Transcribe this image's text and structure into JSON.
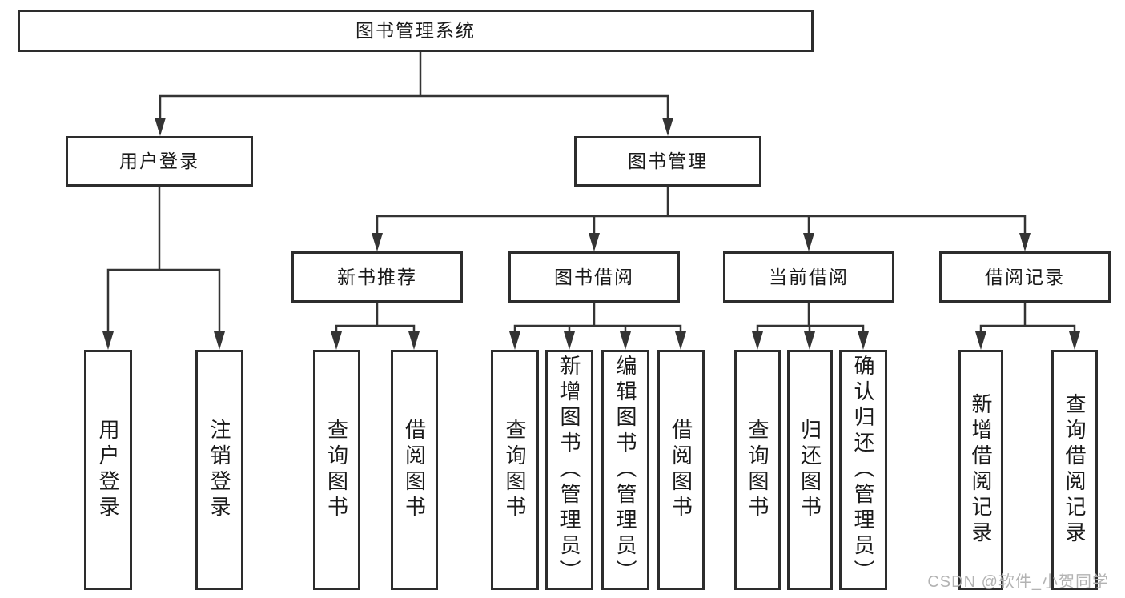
{
  "tree": {
    "root": {
      "label": "图书管理系统"
    },
    "children": [
      {
        "label": "用户登录",
        "children": [
          {
            "label": "用户登录"
          },
          {
            "label": "注销登录"
          }
        ]
      },
      {
        "label": "图书管理",
        "children": [
          {
            "label": "新书推荐",
            "children": [
              {
                "label": "查询图书"
              },
              {
                "label": "借阅图书"
              }
            ]
          },
          {
            "label": "图书借阅",
            "children": [
              {
                "label": "查询图书"
              },
              {
                "label": "新增图书（管理员）"
              },
              {
                "label": "编辑图书（管理员）"
              },
              {
                "label": "借阅图书"
              }
            ]
          },
          {
            "label": "当前借阅",
            "children": [
              {
                "label": "查询图书"
              },
              {
                "label": "归还图书"
              },
              {
                "label": "确认归还（管理员）"
              }
            ]
          },
          {
            "label": "借阅记录",
            "children": [
              {
                "label": "新增借阅记录"
              },
              {
                "label": "查询借阅记录"
              }
            ]
          }
        ]
      }
    ]
  },
  "watermark": "CSDN @软件_小贺同学",
  "colors": {
    "line": "#343434",
    "box_border": "#2d2d2d",
    "text": "#1a1a1a",
    "background": "#ffffff",
    "watermark": "#b3b3b3"
  }
}
